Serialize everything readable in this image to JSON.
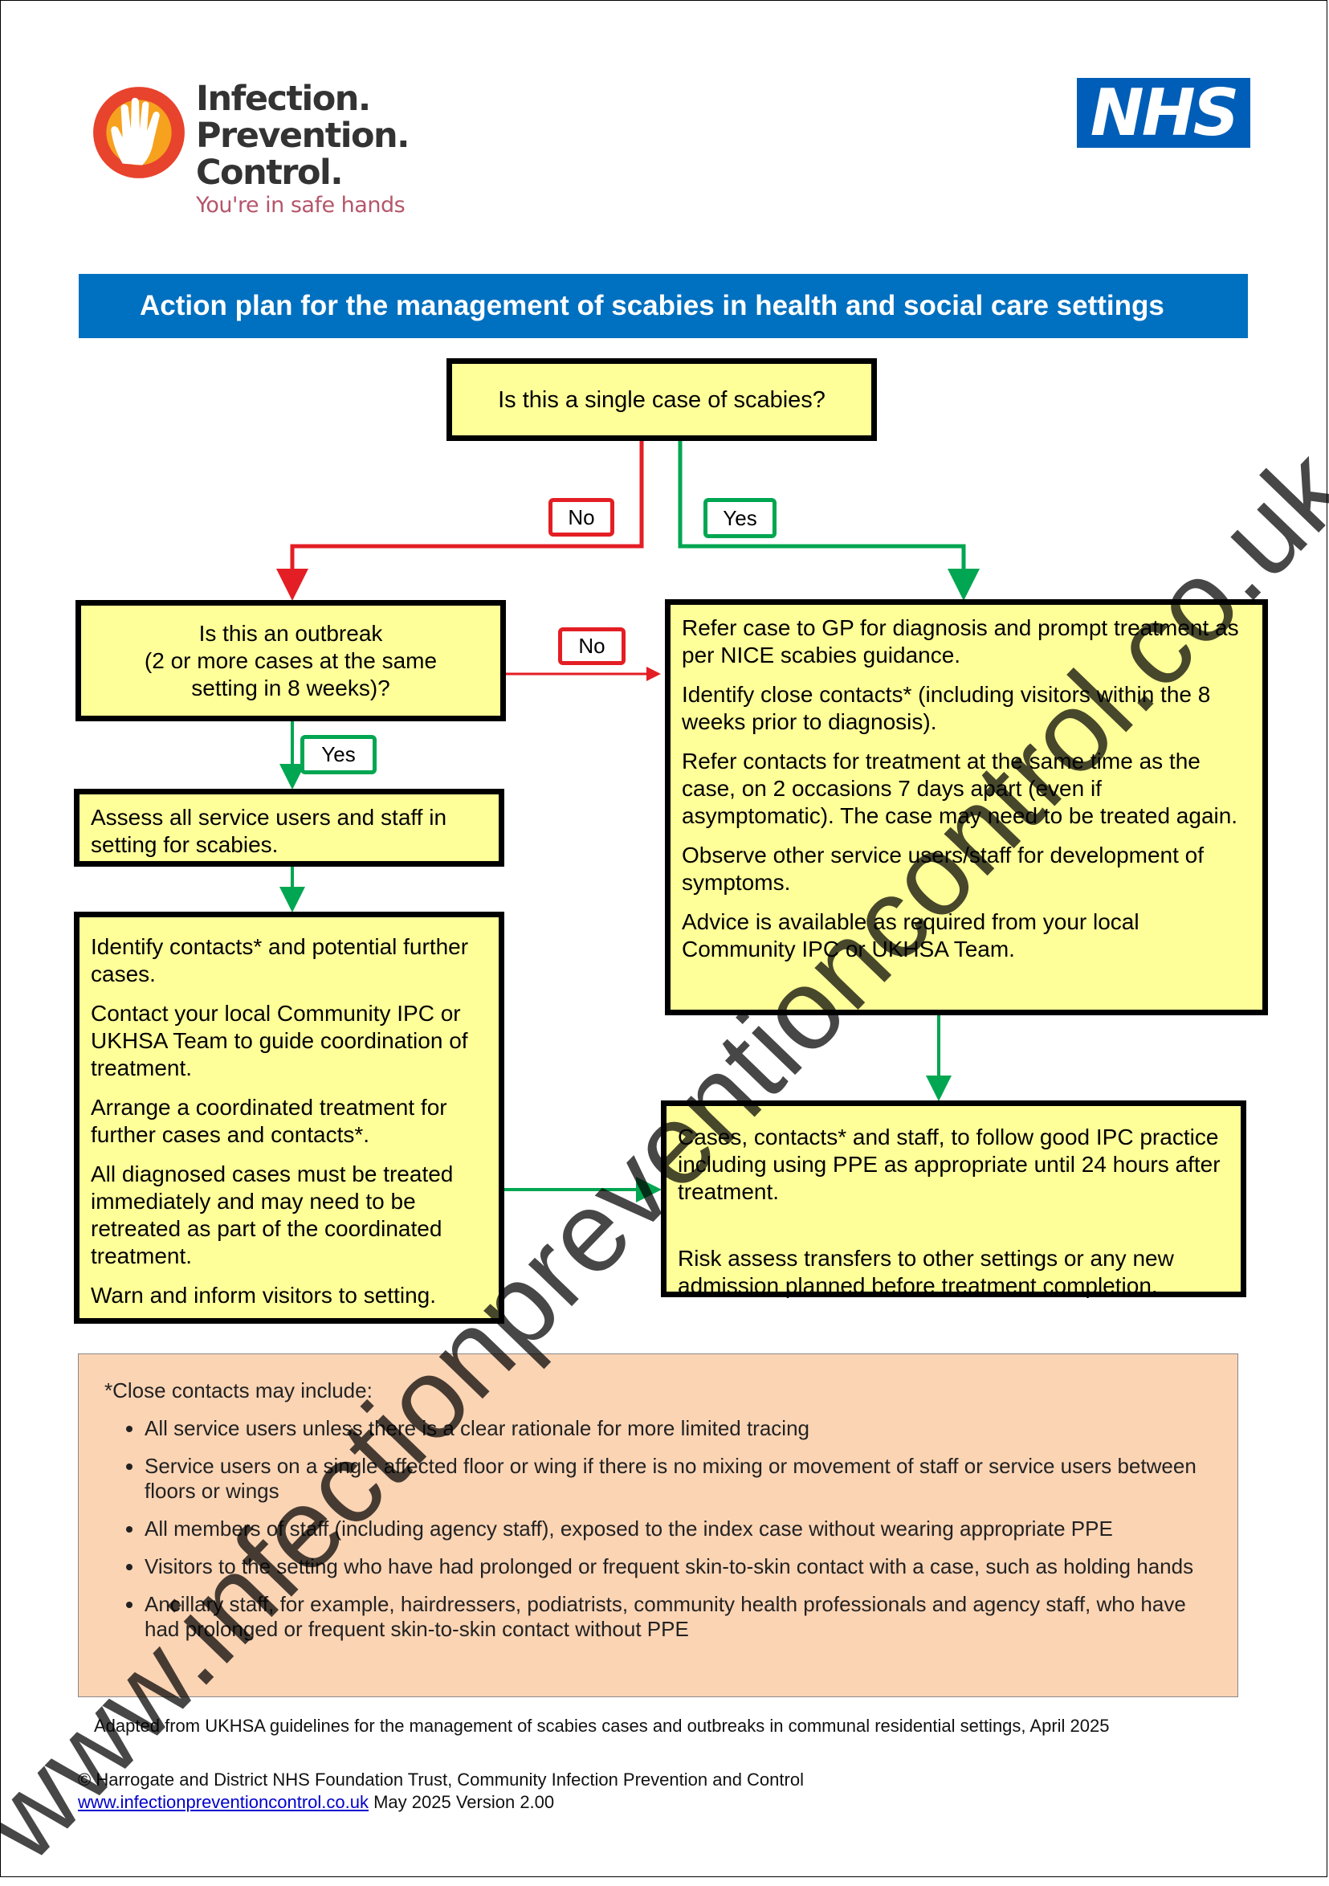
{
  "logo": {
    "line1": "Infection.",
    "line2": "Prevention.",
    "line3": "Control.",
    "tagline": "You're in safe hands",
    "icon": "hand-icon",
    "colors": {
      "hand_ring": "#E8432D",
      "text": "#333333",
      "tagline": "#b5566a"
    }
  },
  "nhs": {
    "label": "NHS",
    "color": "#005EB8"
  },
  "title": "Action plan for the management of scabies in health and social care settings",
  "flow": {
    "q1": "Is this a single case of scabies?",
    "label_no_1": "No",
    "label_yes_1": "Yes",
    "outbreak_q": {
      "line1": "Is this an outbreak",
      "line2": "(2 or more cases at the same",
      "line3": "setting in 8 weeks)?"
    },
    "label_no_2": "No",
    "label_yes_2": "Yes",
    "assess": "Assess all service users and staff in setting for scabies.",
    "identify_paragraphs": [
      "Identify contacts* and potential further cases.",
      "Contact your local Community IPC or UKHSA Team to guide coordination of treatment.",
      "Arrange a coordinated treatment for further cases and contacts*.",
      "All diagnosed cases must be treated immediately and may need to be retreated as part of the coordinated treatment.",
      "Warn and inform visitors to setting."
    ],
    "refer_paragraphs": [
      "Refer case to GP for diagnosis and prompt treatment as per NICE scabies guidance.",
      "Identify close contacts* (including visitors within the 8 weeks prior to diagnosis).",
      "Refer contacts for treatment at the same time as the case, on 2 occasions 7 days apart (even if asymptomatic).  The case may need to be treated again.",
      "Observe other service users/staff for development of symptoms.",
      "Advice is available as required from your local Community IPC or UKHSA Team."
    ],
    "cases_paragraphs": [
      "Cases, contacts* and staff, to follow good IPC practice including using PPE as appropriate until 24 hours after treatment.",
      "Risk assess transfers to other settings or any new admission planned before treatment completion."
    ]
  },
  "close_contacts": {
    "title": "*Close contacts may include:",
    "items": [
      "All service users unless there is a clear rationale for more limited tracing",
      "Service users on a single affected floor or wing if there is no mixing or movement of staff or service users between floors or wings",
      "All members of staff (including agency staff), exposed to the index case without wearing appropriate PPE",
      "Visitors to the setting who have had prolonged or frequent skin-to-skin contact with a case, such as holding hands",
      "Ancillary staff, for example, hairdressers, podiatrists, community health professionals and agency staff, who have had prolonged or frequent skin-to-skin contact without PPE"
    ]
  },
  "footer": {
    "adapted": "Adapted from UKHSA guidelines for the management of scabies cases and outbreaks in communal residential settings, April 2025",
    "copyright": "© Harrogate and District NHS Foundation Trust, Community Infection Prevention and Control",
    "link": "www.infectionpreventioncontrol.co.uk",
    "version": "May 2025 Version 2.00"
  },
  "watermark": "www.infectionpreventioncontrol.co.uk",
  "colors": {
    "title_band": "#0070C0",
    "box_fill": "#FFFF99",
    "note_fill": "#FBD4B4",
    "arrow_red": "#E31E24",
    "arrow_green": "#00A651"
  }
}
